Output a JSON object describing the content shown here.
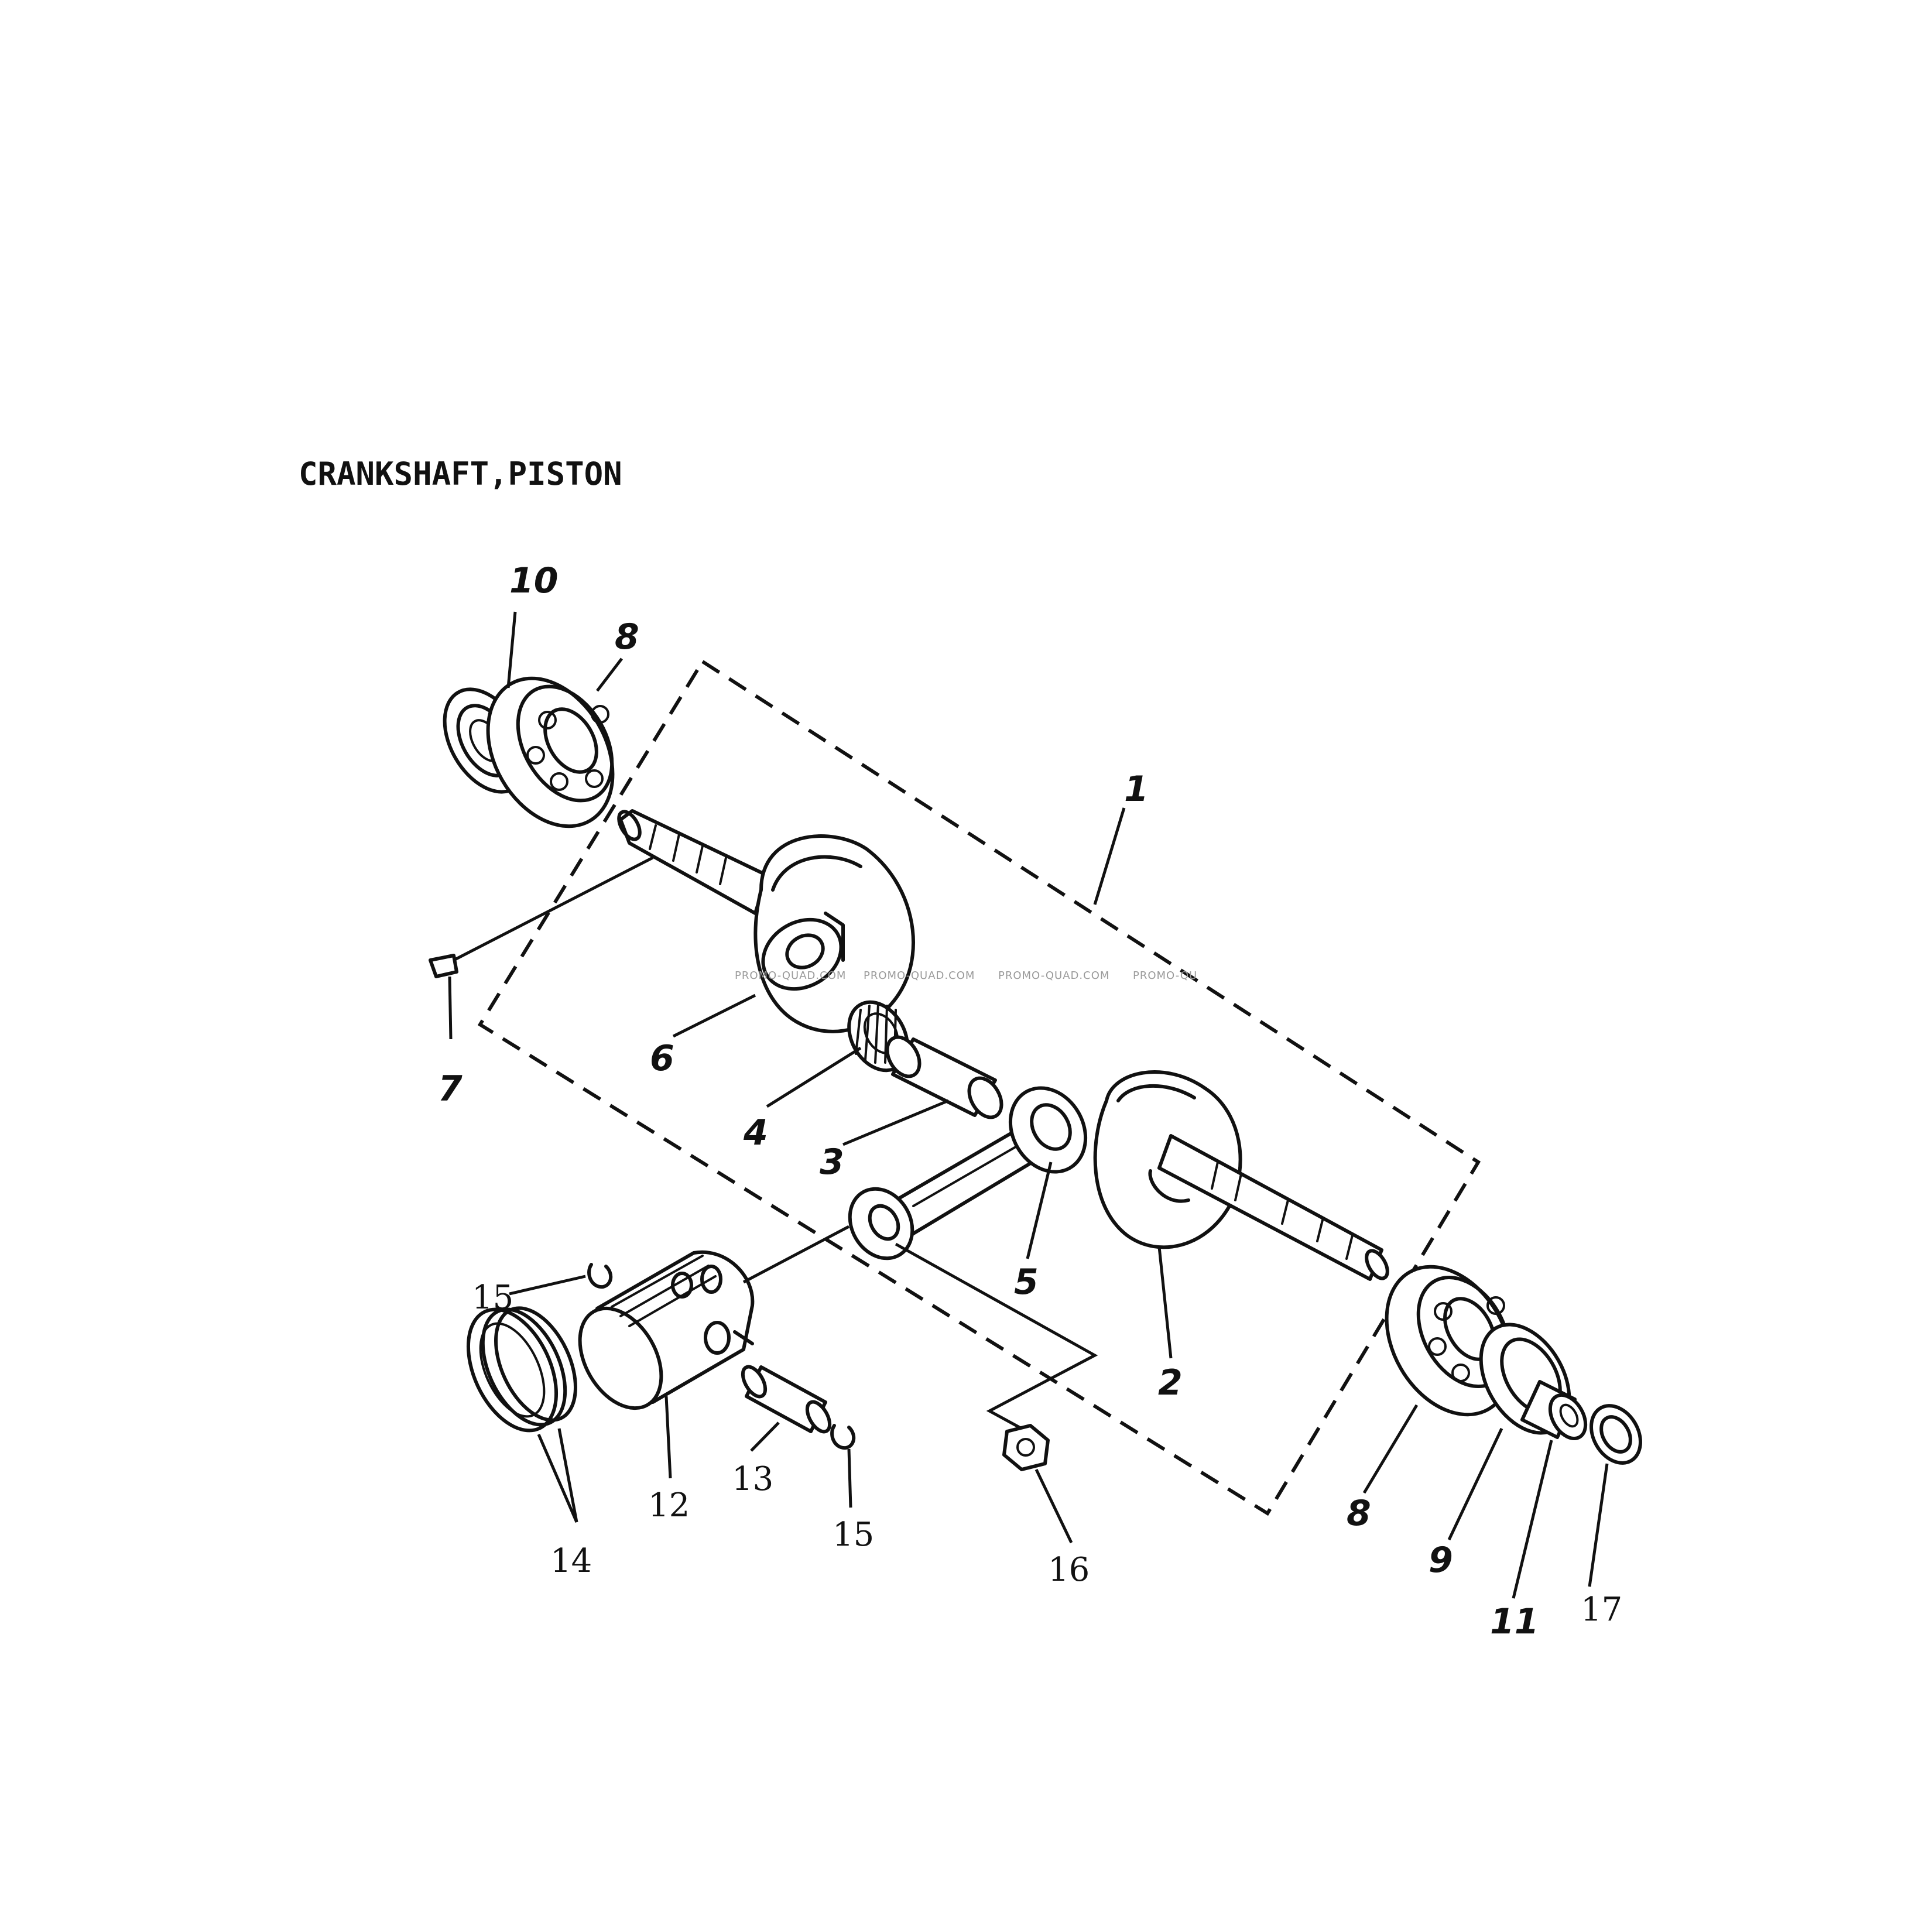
{
  "diagram": {
    "title": "CRANKSHAFT,PISTON",
    "watermark": [
      "PROMO-QUAD.COM",
      "PROMO-QUAD.COM",
      "PROMO-QUAD.COM",
      "PROMO-QU"
    ],
    "callouts": {
      "c1": "1",
      "c2": "2",
      "c3": "3",
      "c4": "4",
      "c5": "5",
      "c6": "6",
      "c7": "7",
      "c8a": "8",
      "c8b": "8",
      "c9": "9",
      "c10": "10",
      "c11": "11",
      "c12": "12",
      "c13": "13",
      "c14": "14",
      "c15a": "15",
      "c15b": "15",
      "c16": "16",
      "c17": "17"
    }
  }
}
